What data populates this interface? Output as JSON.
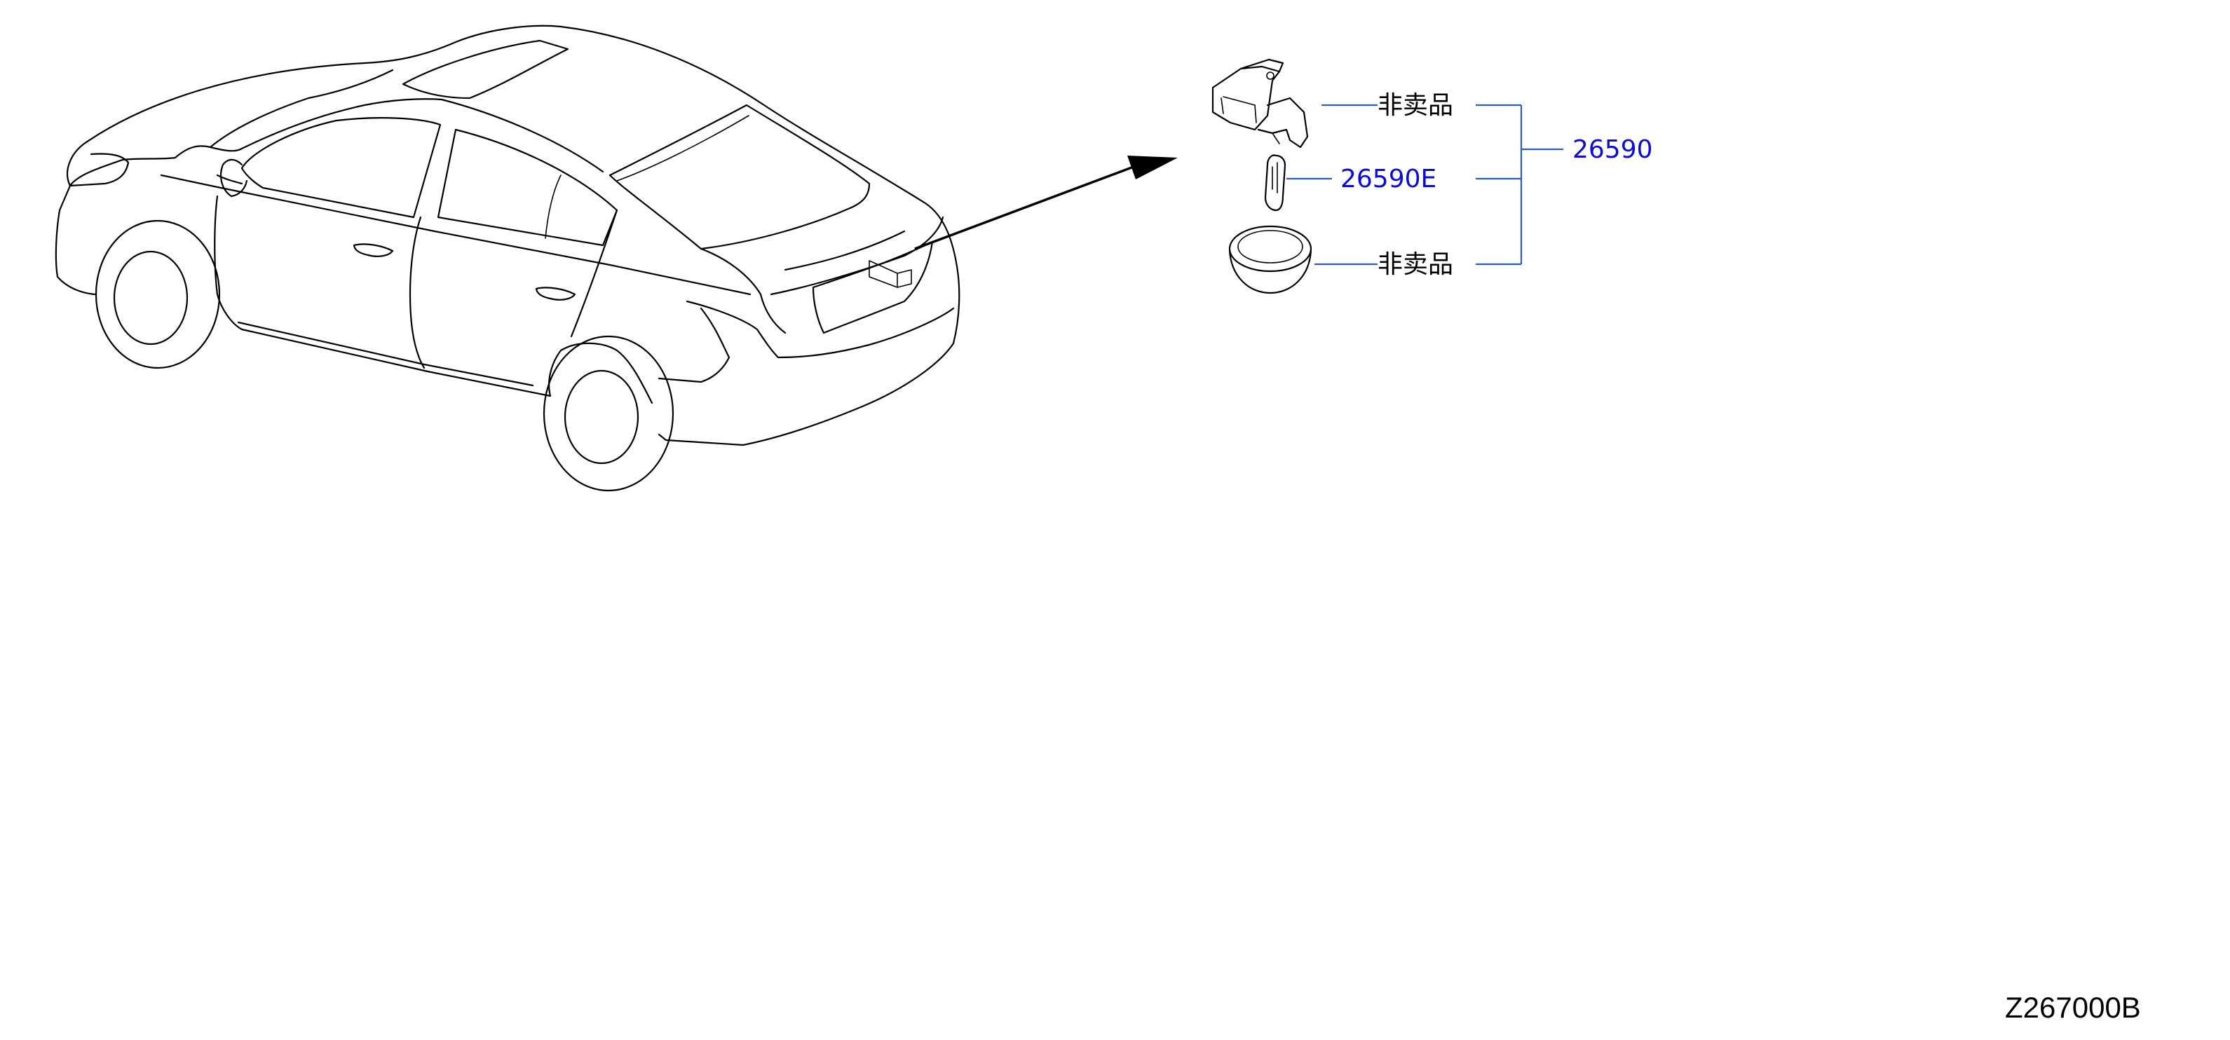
{
  "diagram": {
    "reference_code": "Z267000B",
    "callouts": {
      "socket_label": "非卖品",
      "bulb_label": "26590E",
      "cover_label": "非卖品",
      "assembly_label": "26590"
    },
    "colors": {
      "part_number": "#0b0bd9",
      "leader_line": "#2a5cbf",
      "line_art": "#000000"
    }
  }
}
